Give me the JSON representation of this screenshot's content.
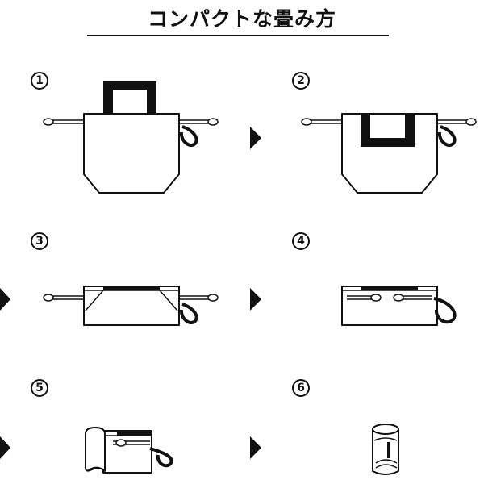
{
  "header": {
    "title": "コンパクトな畳み方"
  },
  "steps": [
    {
      "number": "1"
    },
    {
      "number": "2"
    },
    {
      "number": "3"
    },
    {
      "number": "4"
    },
    {
      "number": "5"
    },
    {
      "number": "6"
    }
  ],
  "colors": {
    "line": "#111111",
    "fill": "#ffffff",
    "handle": "#111111"
  },
  "icons": {
    "arrow": "triangle-right-arrow-icon",
    "step_badge": "circled-number-icon"
  }
}
